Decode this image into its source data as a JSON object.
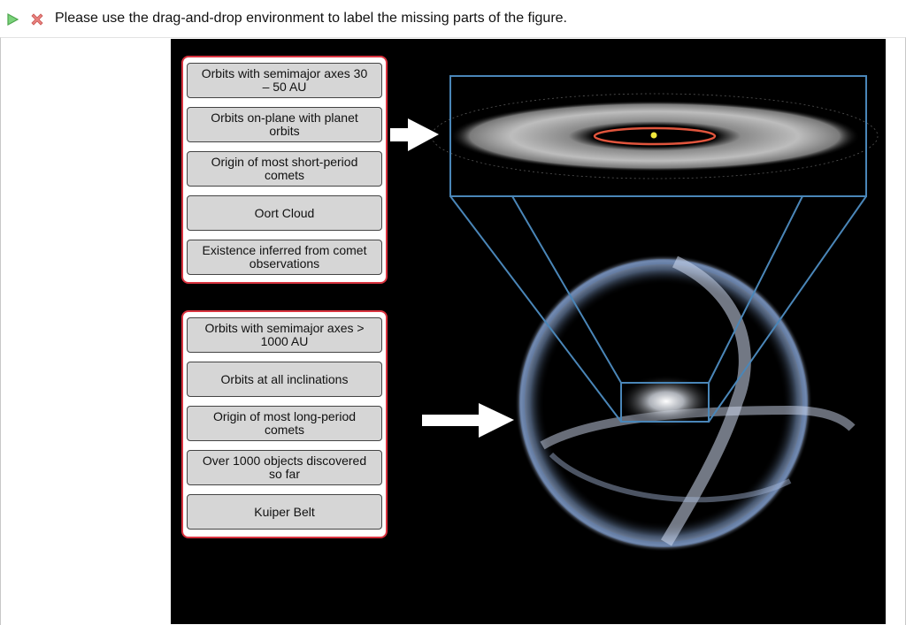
{
  "header": {
    "instruction": "Please use the drag-and-drop environment to label the missing parts of the figure.",
    "play_icon": "play-triangle-icon",
    "status_icon": "red-x-icon"
  },
  "colors": {
    "group_border": "#d9333f",
    "label_bg": "#d6d6d6",
    "zoom_lines": "#4a86b8",
    "figure_bg": "#000000"
  },
  "label_groups": [
    {
      "labels": [
        "Orbits with semimajor axes 30 – 50 AU",
        "Orbits on-plane with planet orbits",
        "Origin of most short-period comets",
        "Oort Cloud",
        "Existence inferred from comet observations"
      ]
    },
    {
      "labels": [
        "Orbits with semimajor axes > 1000 AU",
        "Orbits at all inclinations",
        "Origin of most long-period comets",
        "Over 1000 objects discovered so far",
        "Kuiper Belt"
      ]
    }
  ]
}
